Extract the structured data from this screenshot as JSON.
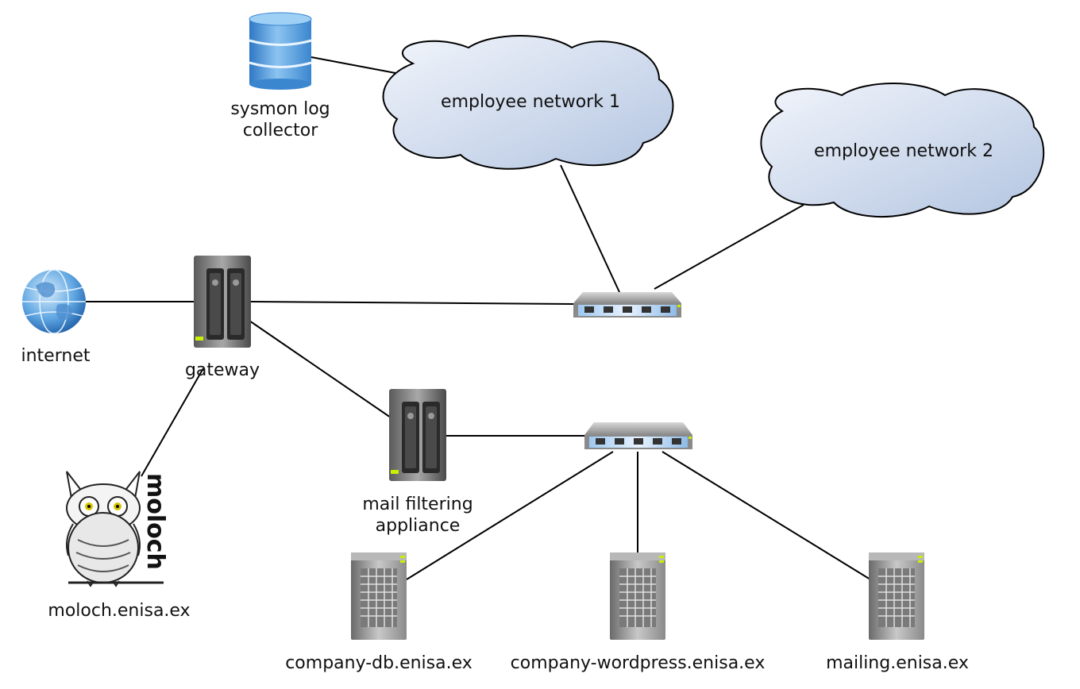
{
  "nodes": {
    "sysmon": {
      "label_line1": "sysmon log",
      "label_line2": "collector"
    },
    "employee_network_1": {
      "label": "employee network 1"
    },
    "employee_network_2": {
      "label": "employee network 2"
    },
    "internet": {
      "label": "internet"
    },
    "gateway": {
      "label": "gateway"
    },
    "mail_filter": {
      "label_line1": "mail filtering",
      "label_line2": "appliance"
    },
    "moloch": {
      "label": "moloch.enisa.ex",
      "logo_text": "moloch"
    },
    "company_db": {
      "label": "company-db.enisa.ex"
    },
    "company_wordpress": {
      "label": "company-wordpress.enisa.ex"
    },
    "mailing": {
      "label": "mailing.enisa.ex"
    }
  },
  "edges": [
    {
      "from": "sysmon",
      "to": "employee_network_1"
    },
    {
      "from": "employee_network_1",
      "to": "switch_upper"
    },
    {
      "from": "employee_network_2",
      "to": "switch_upper"
    },
    {
      "from": "internet",
      "to": "gateway"
    },
    {
      "from": "gateway",
      "to": "switch_upper"
    },
    {
      "from": "gateway",
      "to": "mail_filter"
    },
    {
      "from": "gateway",
      "to": "moloch"
    },
    {
      "from": "mail_filter",
      "to": "switch_lower"
    },
    {
      "from": "switch_lower",
      "to": "company_db"
    },
    {
      "from": "switch_lower",
      "to": "company_wordpress"
    },
    {
      "from": "switch_lower",
      "to": "mailing"
    }
  ],
  "colors": {
    "cloud_fill_light": "#eef2f9",
    "cloud_fill_dark": "#b4c6e2",
    "cloud_stroke": "#000000",
    "db_blue": "#5aa0dc",
    "device_gray": "#6b6b6b",
    "led_green": "#c8f000",
    "switch_port_blue": "#3c82d2"
  },
  "icons": {
    "sysmon": "database-icon",
    "internet": "globe-icon",
    "gateway": "nas-server-icon",
    "mail_filter": "nas-server-icon",
    "switch_upper": "network-switch-icon",
    "switch_lower": "network-switch-icon",
    "moloch": "owl-logo-icon",
    "servers": "tower-server-icon"
  }
}
